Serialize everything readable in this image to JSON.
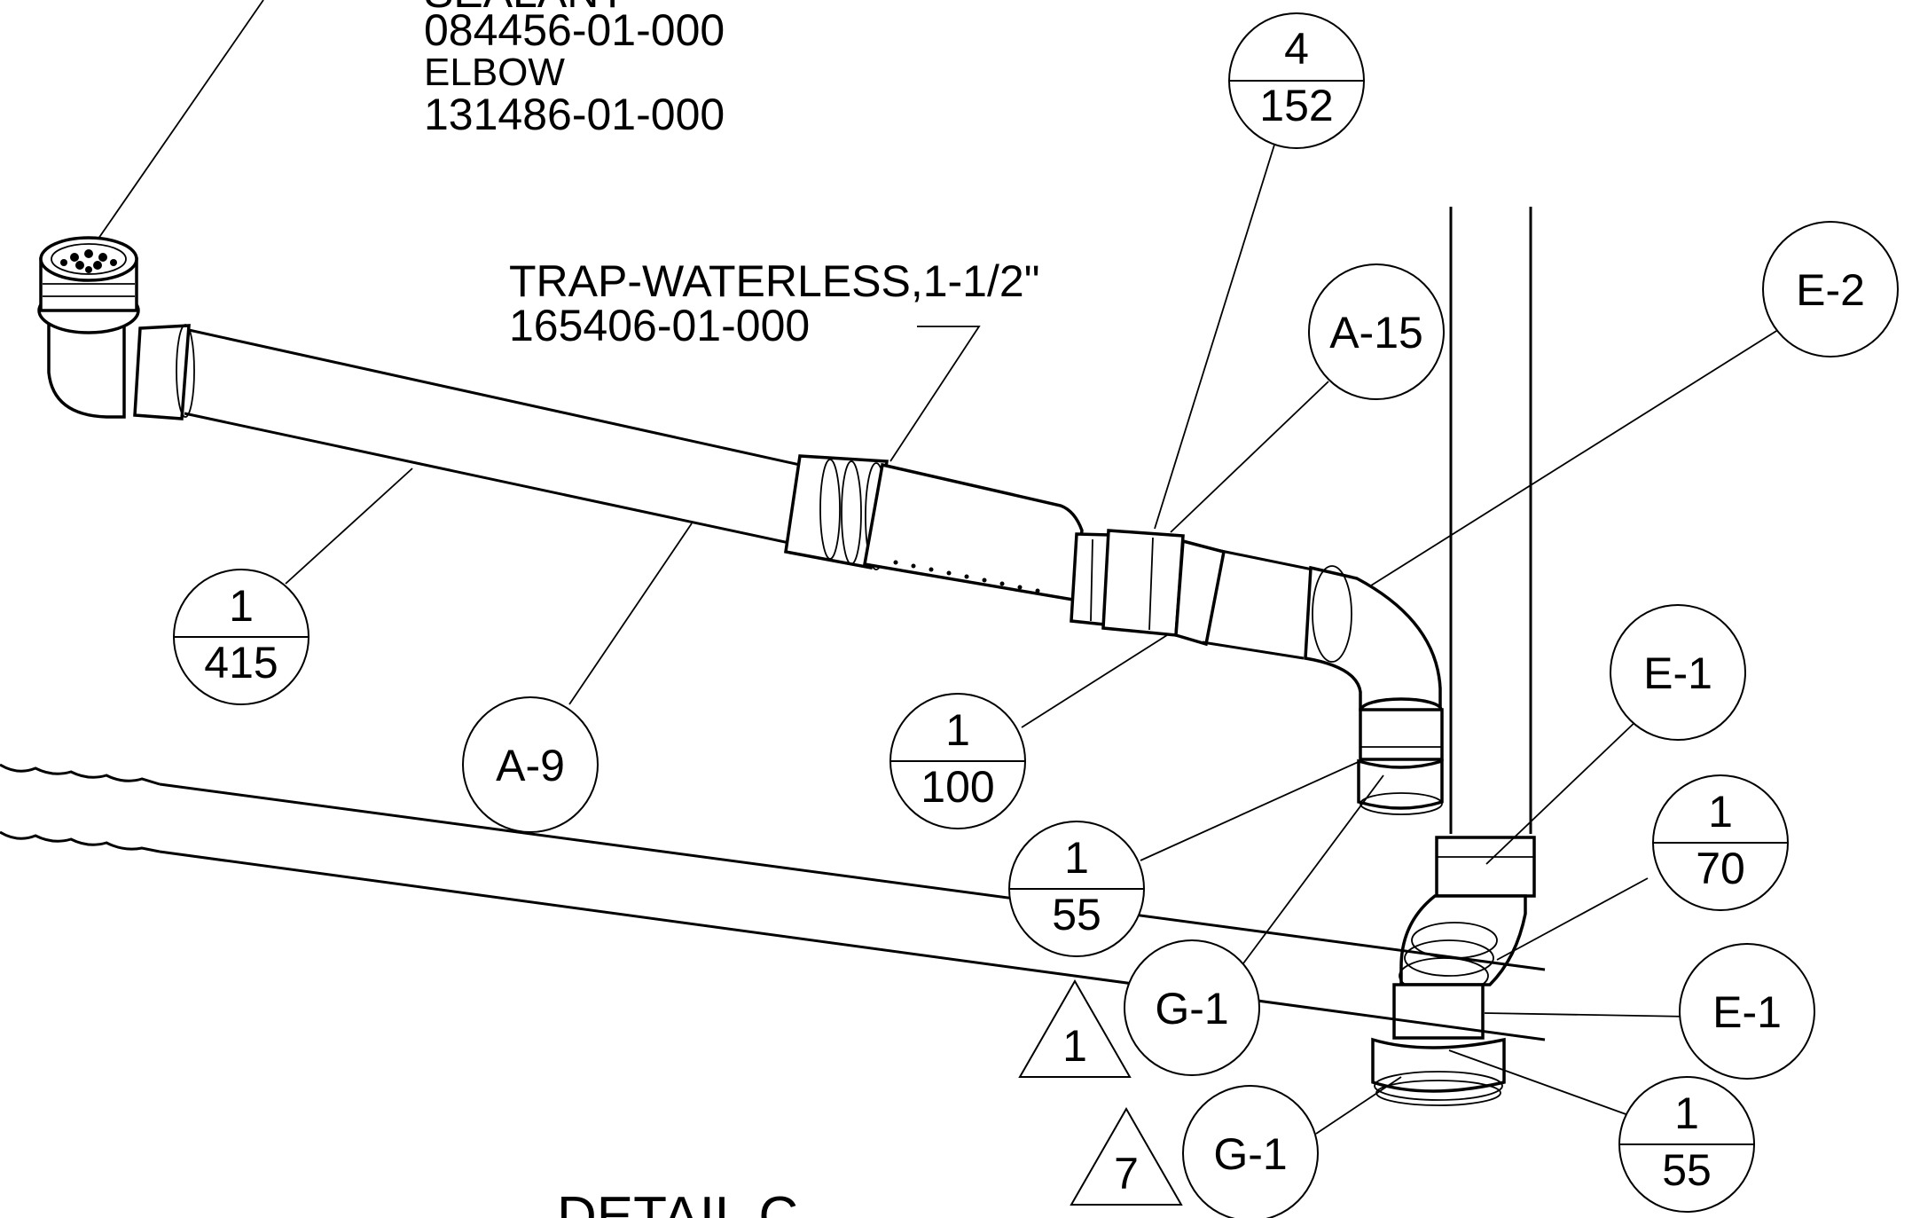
{
  "notes": {
    "line1": "SEALANT",
    "line2": "084456-01-000",
    "line3": "ELBOW",
    "line4": "131486-01-000",
    "trap_name": "TRAP-WATERLESS,1-1/2\"",
    "trap_part": "165406-01-000"
  },
  "bubbles": {
    "b4_152": {
      "top": "4",
      "bottom": "152"
    },
    "a15": {
      "label": "A-15"
    },
    "e2": {
      "label": "E-2"
    },
    "b1_415": {
      "top": "1",
      "bottom": "415"
    },
    "a9": {
      "label": "A-9"
    },
    "b1_100": {
      "top": "1",
      "bottom": "100"
    },
    "e1_upper": {
      "label": "E-1"
    },
    "b1_70": {
      "top": "1",
      "bottom": "70"
    },
    "b1_55_a": {
      "top": "1",
      "bottom": "55"
    },
    "g1_upper": {
      "label": "G-1"
    },
    "e1_lower": {
      "label": "E-1"
    },
    "g1_lower": {
      "label": "G-1"
    },
    "b1_55_b": {
      "top": "1",
      "bottom": "55"
    }
  },
  "triangles": {
    "t1": "1",
    "t7": "7"
  },
  "detail_title": "DETAIL C"
}
